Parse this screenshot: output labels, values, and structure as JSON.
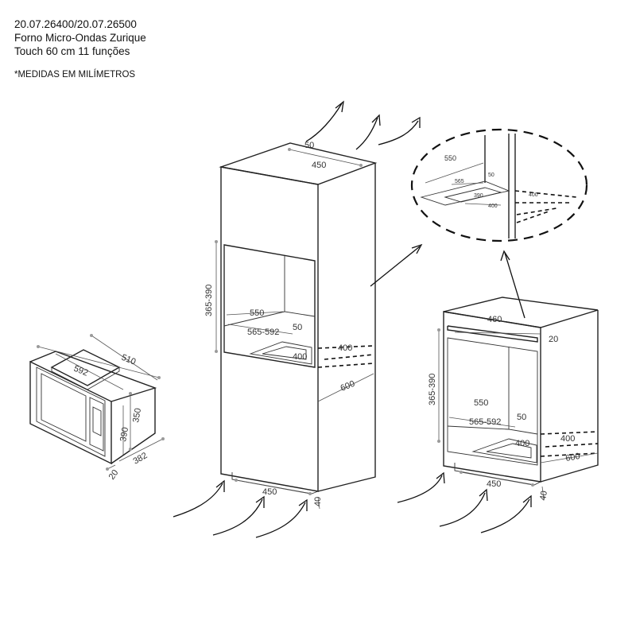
{
  "header": {
    "codes": "20.07.26400/20.07.26500",
    "product": "Forno Micro-Ondas Zurique",
    "spec": "Touch 60 cm 11 funções",
    "note": "*MEDIDAS EM MILÍMETROS"
  },
  "microwave": {
    "w": "510",
    "d": "592",
    "h1": "350",
    "h2": "390",
    "b1": "382",
    "b2": "20"
  },
  "column": {
    "top50": "50",
    "top450": "450",
    "h": "365-390",
    "d550": "550",
    "d565": "565-592",
    "d50": "50",
    "d400a": "400",
    "d400b": "400",
    "d600": "600",
    "b450": "450",
    "b40": "40"
  },
  "detail": {
    "d550": "550",
    "d565": "565",
    "d50": "50",
    "d400a": "400",
    "d400b": "400",
    "d390": "390"
  },
  "undercounter": {
    "w460": "460",
    "d20": "20",
    "h": "365-390",
    "d550": "550",
    "d565": "565-592",
    "d50": "50",
    "d400a": "400",
    "d400b": "400",
    "d600": "600",
    "b450": "450",
    "b40": "40"
  }
}
